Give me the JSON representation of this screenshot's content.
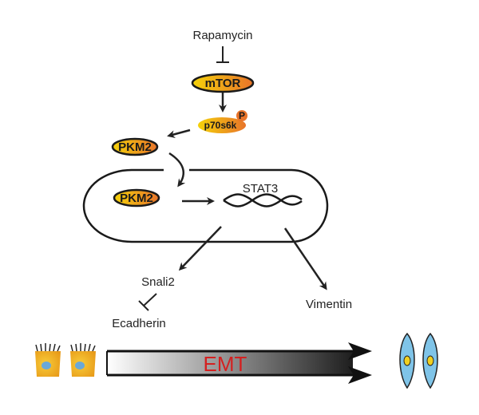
{
  "labels": {
    "rapamycin": "Rapamycin",
    "mtor": "mTOR",
    "p70s6k": "p70s6k",
    "phospho": "P",
    "pkm2_cytoplasm": "PKM2",
    "pkm2_nucleus": "PKM2",
    "stat3": "STAT3",
    "snail2": "Snali2",
    "ecadherin": "Ecadherin",
    "vimentin": "Vimentin",
    "emt": "EMT"
  },
  "colors": {
    "node_gradient_start": "#f5d20a",
    "node_gradient_end": "#e8742a",
    "emt_text": "#d42020",
    "line": "#222222",
    "epithelial_cell": "#f0b820",
    "mesenchymal_cell": "#7fc4e8"
  }
}
